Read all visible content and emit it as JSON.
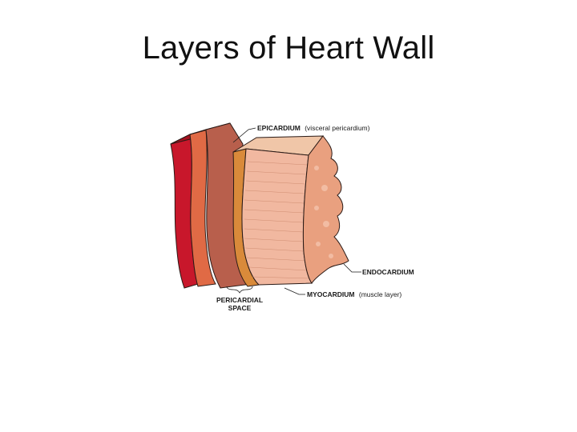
{
  "slide": {
    "title": "Layers of Heart Wall"
  },
  "labels": {
    "epicardium_main": "EPICARDIUM",
    "epicardium_note": "(visceral pericardium)",
    "endocardium": "ENDOCARDIUM",
    "myocardium_main": "MYOCARDIUM",
    "myocardium_note": "(muscle layer)",
    "pericardial_line1": "PERICARDIAL",
    "pericardial_line2": "SPACE"
  },
  "colors": {
    "outer_fibrous": "#c8172b",
    "parietal": "#e06a45",
    "pericardial_band": "#b85f4c",
    "epicardium": "#d98a3a",
    "myocardium": "#f1b8a0",
    "endocardium": "#e9a07f",
    "outline": "#2a1a16"
  }
}
